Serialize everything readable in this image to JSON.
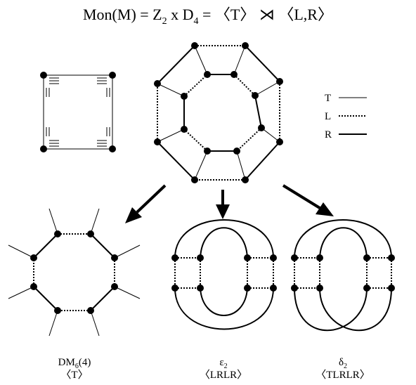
{
  "title": {
    "prefix": "Mon(M) = Z",
    "z_sub": "2",
    "mid": " x D",
    "d_sub": "4",
    "suffix": " = 〈T〉 ⋊ 〈L,R〉"
  },
  "legend": [
    {
      "label": "T",
      "style": "thin"
    },
    {
      "label": "L",
      "style": "dotted"
    },
    {
      "label": "R",
      "style": "thick"
    }
  ],
  "captions": [
    {
      "main": "DM",
      "sub": "6",
      "rest": "(4)",
      "group": "〈T〉"
    },
    {
      "main": "ε",
      "sub": "2",
      "rest": "",
      "group": "〈LRLR〉"
    },
    {
      "main": "δ",
      "sub": "2",
      "rest": "",
      "group": "〈TLRLR〉"
    }
  ]
}
